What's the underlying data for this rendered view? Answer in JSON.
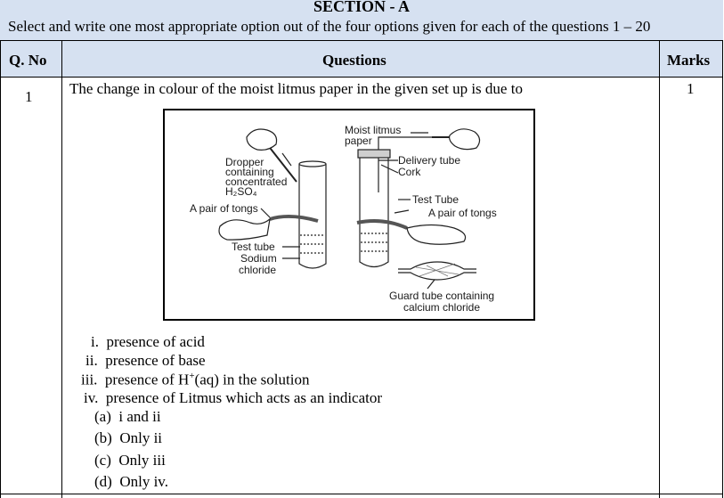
{
  "section": {
    "title": "SECTION - A",
    "instruction": "Select and write one most appropriate option out of the four options given for each of the questions 1 – 20"
  },
  "table": {
    "headers": {
      "qno": "Q. No",
      "questions": "Questions",
      "marks": "Marks"
    }
  },
  "question": {
    "number": "1",
    "text": "The change in colour of the moist litmus paper in the given set up is due to",
    "marks": "1",
    "figure": {
      "labels": {
        "moist_litmus_1": "Moist litmus",
        "moist_litmus_2": "paper",
        "dropper_1": "Dropper",
        "dropper_2": "containing",
        "dropper_3": "concentrated",
        "dropper_4": "H₂SO₄",
        "tongs_left": "A pair of tongs",
        "test_tube_left": "Test tube",
        "sodium_1": "Sodium",
        "sodium_2": "chloride",
        "delivery_tube": "Delivery tube",
        "cork": "Cork",
        "test_tube_right": "Test Tube",
        "tongs_right": "A pair of tongs",
        "guard_1": "Guard tube containing",
        "guard_2": "calcium chloride"
      }
    },
    "statements": [
      {
        "num": "i.",
        "text": "presence of acid"
      },
      {
        "num": "ii.",
        "text": "presence of base"
      },
      {
        "num": "iii.",
        "text_pre": "presence of H",
        "sup": "+",
        "text_post": "(aq) in the  solution"
      },
      {
        "num": "iv.",
        "text": "presence of Litmus which acts as an indicator"
      }
    ],
    "options": [
      {
        "label": "(a)",
        "text": "i and ii"
      },
      {
        "label": "(b)",
        "text": "Only ii"
      },
      {
        "label": "(c)",
        "text": "Only iii"
      },
      {
        "label": "(d)",
        "text": "Only iv."
      }
    ]
  }
}
